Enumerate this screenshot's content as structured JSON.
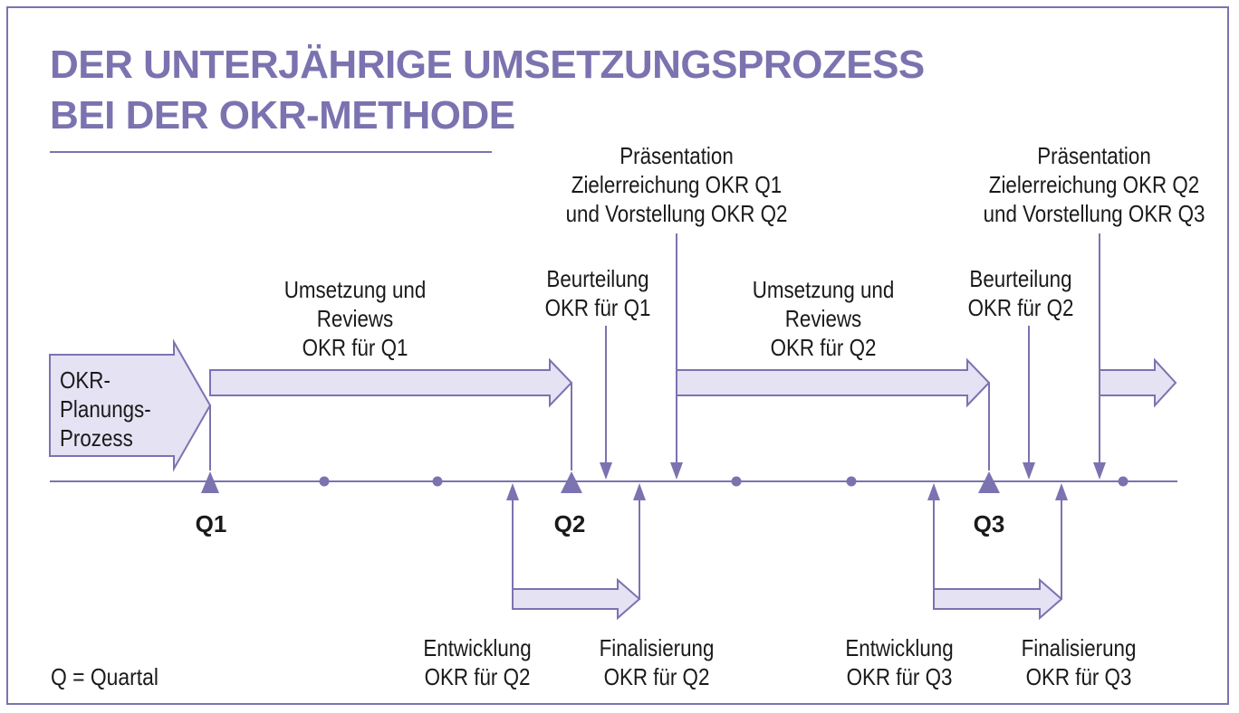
{
  "title": {
    "line1": "DER UNTERJÄHRIGE UMSETZUNGSPROZESS",
    "line2": "BEI DER OKR-METHODE"
  },
  "planning": {
    "line1": "OKR-",
    "line2": "Planungs-",
    "line3": "Prozess"
  },
  "quarters": {
    "q1": "Q1",
    "q2": "Q2",
    "q3": "Q3"
  },
  "labels": {
    "umsetzung_q1": {
      "line1": "Umsetzung und",
      "line2": "Reviews",
      "line3": "OKR für Q1"
    },
    "beurteilung_q1": {
      "line1": "Beurteilung",
      "line2": "OKR für Q1"
    },
    "praesentation_q1": {
      "line1": "Präsentation",
      "line2": "Zielerreichung OKR Q1",
      "line3": "und Vorstellung OKR Q2"
    },
    "umsetzung_q2": {
      "line1": "Umsetzung und",
      "line2": "Reviews",
      "line3": "OKR für Q2"
    },
    "beurteilung_q2": {
      "line1": "Beurteilung",
      "line2": "OKR für Q2"
    },
    "praesentation_q2": {
      "line1": "Präsentation",
      "line2": "Zielerreichung OKR Q2",
      "line3": "und Vorstellung OKR Q3"
    },
    "entwicklung_q2": {
      "line1": "Entwicklung",
      "line2": "OKR für Q2"
    },
    "finalisierung_q2": {
      "line1": "Finalisierung",
      "line2": "OKR für Q2"
    },
    "entwicklung_q3": {
      "line1": "Entwicklung",
      "line2": "OKR für Q3"
    },
    "finalisierung_q3": {
      "line1": "Finalisierung",
      "line2": "OKR für Q3"
    }
  },
  "legend": "Q = Quartal",
  "colors": {
    "accent": "#7b73b0",
    "fill": "#e4e2f3",
    "text": "#1a1a1a"
  }
}
